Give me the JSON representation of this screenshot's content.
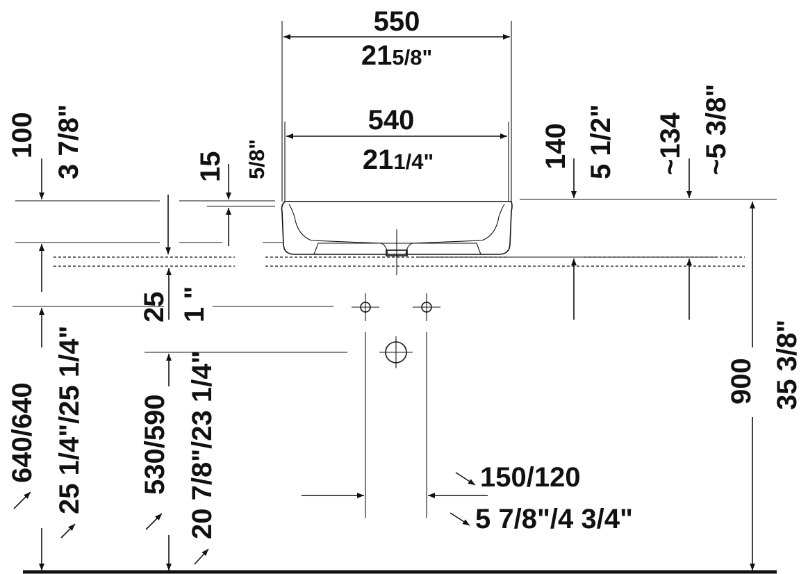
{
  "dimensions": {
    "width_total_mm": "550",
    "width_total_in_whole": "21",
    "width_total_in_frac": "5/8\"",
    "width_inner_mm": "540",
    "width_inner_in_whole": "21",
    "width_inner_in_frac": "1/4\"",
    "height_100_mm": "100",
    "height_100_in": "3 7/8\"",
    "rim_15_mm": "15",
    "rim_15_in": "5/8\"",
    "height_140_mm": "140",
    "height_140_in": "5 1/2\"",
    "height_134_mm": "~134",
    "height_134_in": "~5 3/8\"",
    "gap_25_mm": "25",
    "gap_25_in": "1 \"",
    "height_900_mm": "900",
    "height_900_in": "35 3/8\"",
    "height_640_mm": "640/640",
    "height_640_in": "25 1/4\"/25 1/4\"",
    "height_530_mm": "530/590",
    "height_530_in": "20 7/8\"/23 1/4\"",
    "spacing_150_mm": "150/120",
    "spacing_150_in": "5 7/8\"/4 3/4\""
  }
}
